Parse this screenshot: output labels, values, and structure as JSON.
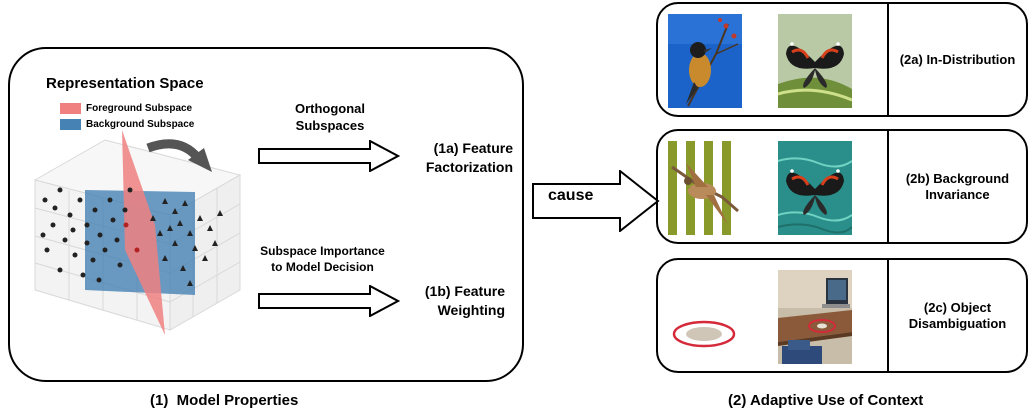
{
  "left": {
    "title": "Representation Space",
    "legend": [
      {
        "label": "Foreground Subspace",
        "color": "#f08080"
      },
      {
        "label": "Background Subspace",
        "color": "#4682b4"
      }
    ],
    "top_arrow_label_line1": "Orthogonal",
    "top_arrow_label_line2": "Subspaces",
    "result_1a_line1": "(1a) Feature",
    "result_1a_line2": "Factorization",
    "bottom_arrow_label_line1": "Subspace Importance",
    "bottom_arrow_label_line2": "to Model Decision",
    "result_1b_line1": "(1b) Feature",
    "result_1b_line2": "Weighting",
    "caption": "(1)  Model Properties"
  },
  "connector": {
    "label": "cause"
  },
  "right": {
    "panels": [
      {
        "label_line1": "(2a) In-Distribution",
        "label_line2": ""
      },
      {
        "label_line1": "(2b) Background",
        "label_line2": "Invariance"
      },
      {
        "label_line1": "(2c) Object",
        "label_line2": "Disambiguation"
      }
    ],
    "caption": "(2) Adaptive Use of Context"
  },
  "colors": {
    "foreground_plane": "#f08080",
    "background_plane": "#4682b4",
    "highlight_ellipse": "#d42a3a",
    "stripe_green": "#8a9a2a"
  }
}
